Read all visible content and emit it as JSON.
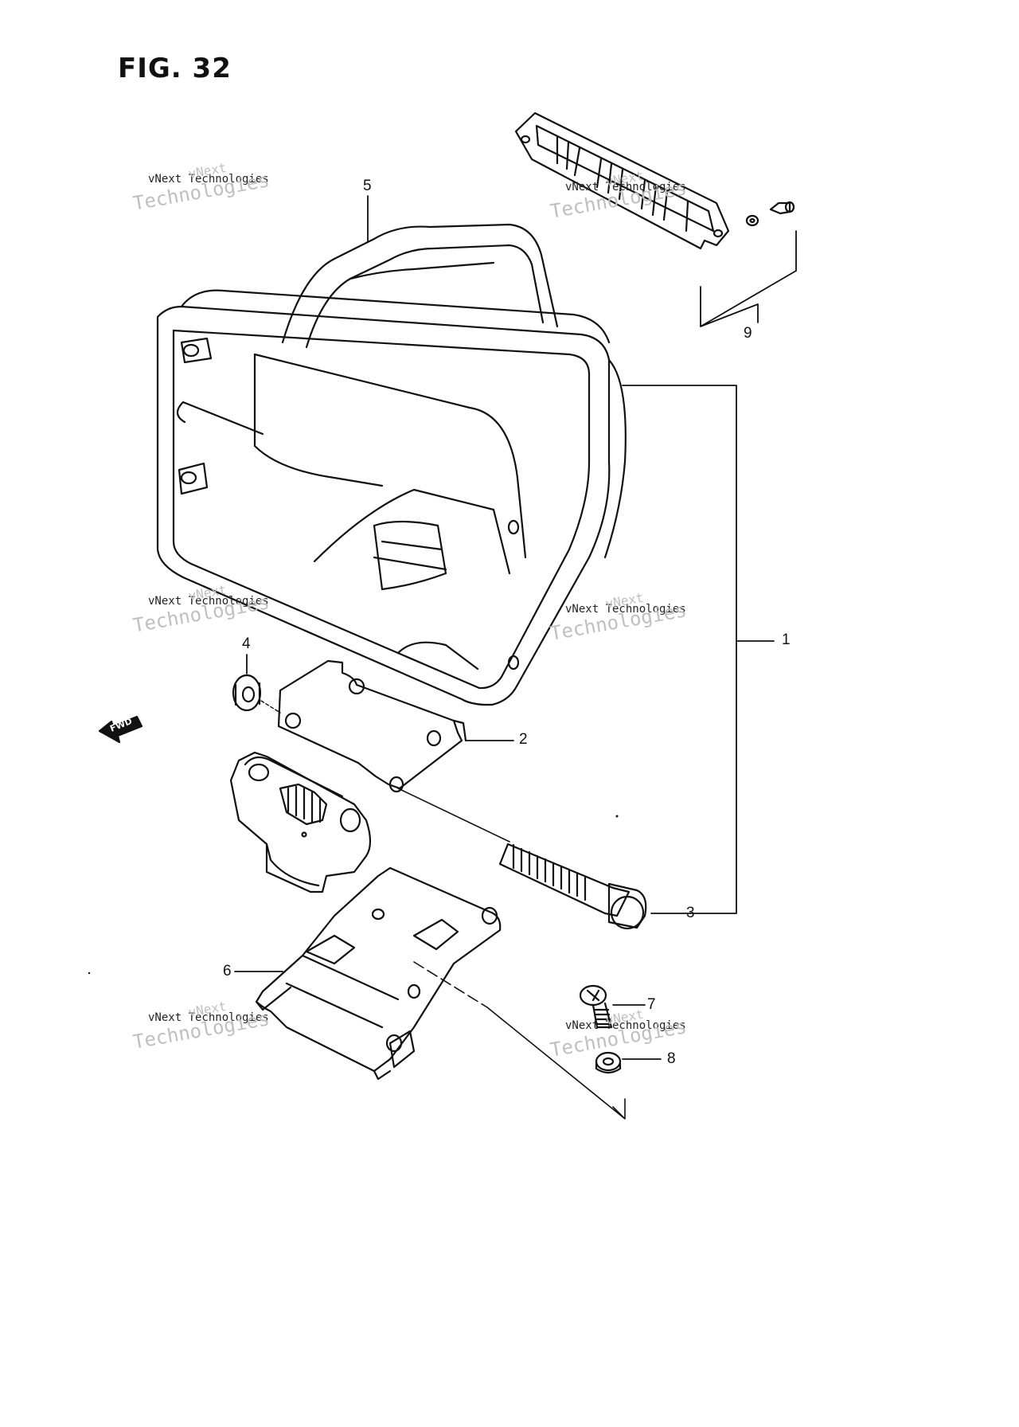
{
  "figure": {
    "title": "FIG. 32"
  },
  "callouts": [
    "1",
    "2",
    "3",
    "4",
    "5",
    "6",
    "7",
    "8",
    "9"
  ],
  "direction_label": "FWD",
  "watermark": {
    "line1": "vNext",
    "line2": "vNext Technologies",
    "line3": "Technologies"
  }
}
